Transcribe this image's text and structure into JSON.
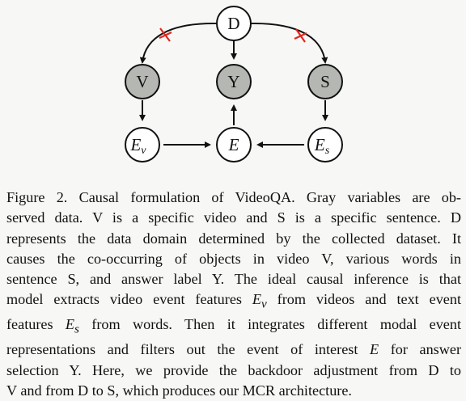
{
  "figure": {
    "nodes": {
      "D": "D",
      "V": "V",
      "Y": "Y",
      "S": "S",
      "Ev_main": "E",
      "Ev_sub": "v",
      "E": "E",
      "Es_main": "E",
      "Es_sub": "s"
    },
    "colors": {
      "observed_fill": "#b5b7b3",
      "latent_fill": "#ffffff",
      "edge": "#111111",
      "cut_mark": "#e0261e"
    },
    "observed_nodes": [
      "V",
      "Y",
      "S"
    ],
    "cut_edges": [
      "D-V",
      "D-S"
    ]
  },
  "caption": {
    "label": "Figure 2.",
    "lines": [
      "Causal formulation of VideoQA. Gray variables are ob-",
      "served data. V is a specific video and S is a specific sentence. D",
      "represents the data domain determined by the collected dataset. It",
      "causes the co-occurring of objects in video V, various words in",
      "sentence S, and answer label Y. The ideal causal inference is that",
      "model extracts video event features",
      "from videos and text event",
      "features",
      "from words. Then it integrates different modal event",
      "representations and filters out the event of interest",
      "for answer",
      "selection Y. Here, we provide the backdoor adjustment from D to",
      "V and from D to S, which produces our MCR architecture."
    ],
    "math": {
      "Ev_main": "E",
      "Ev_sub": "v",
      "Es_main": "E",
      "Es_sub": "s",
      "E": "E"
    }
  }
}
